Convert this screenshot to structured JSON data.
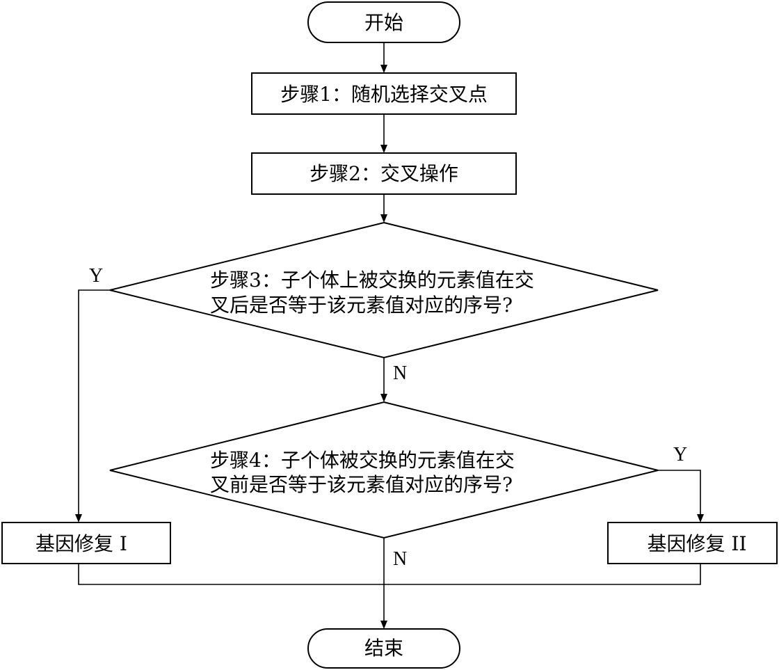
{
  "nodes": {
    "start": "开始",
    "step1": "步骤1：随机选择交叉点",
    "step2": "步骤2：交叉操作",
    "step3": [
      "步骤3：子个体上被交换的元素值在交",
      "叉后是否等于该元素值对应的序号?"
    ],
    "step4": [
      "步骤4：子个体被交换的元素值在交",
      "叉前是否等于该元素值对应的序号?"
    ],
    "repair1": "基因修复 I",
    "repair2": "基因修复 II",
    "end": "结束"
  },
  "branches": {
    "step3_yes": "Y",
    "step3_no": "N",
    "step4_yes": "Y",
    "step4_no": "N"
  }
}
